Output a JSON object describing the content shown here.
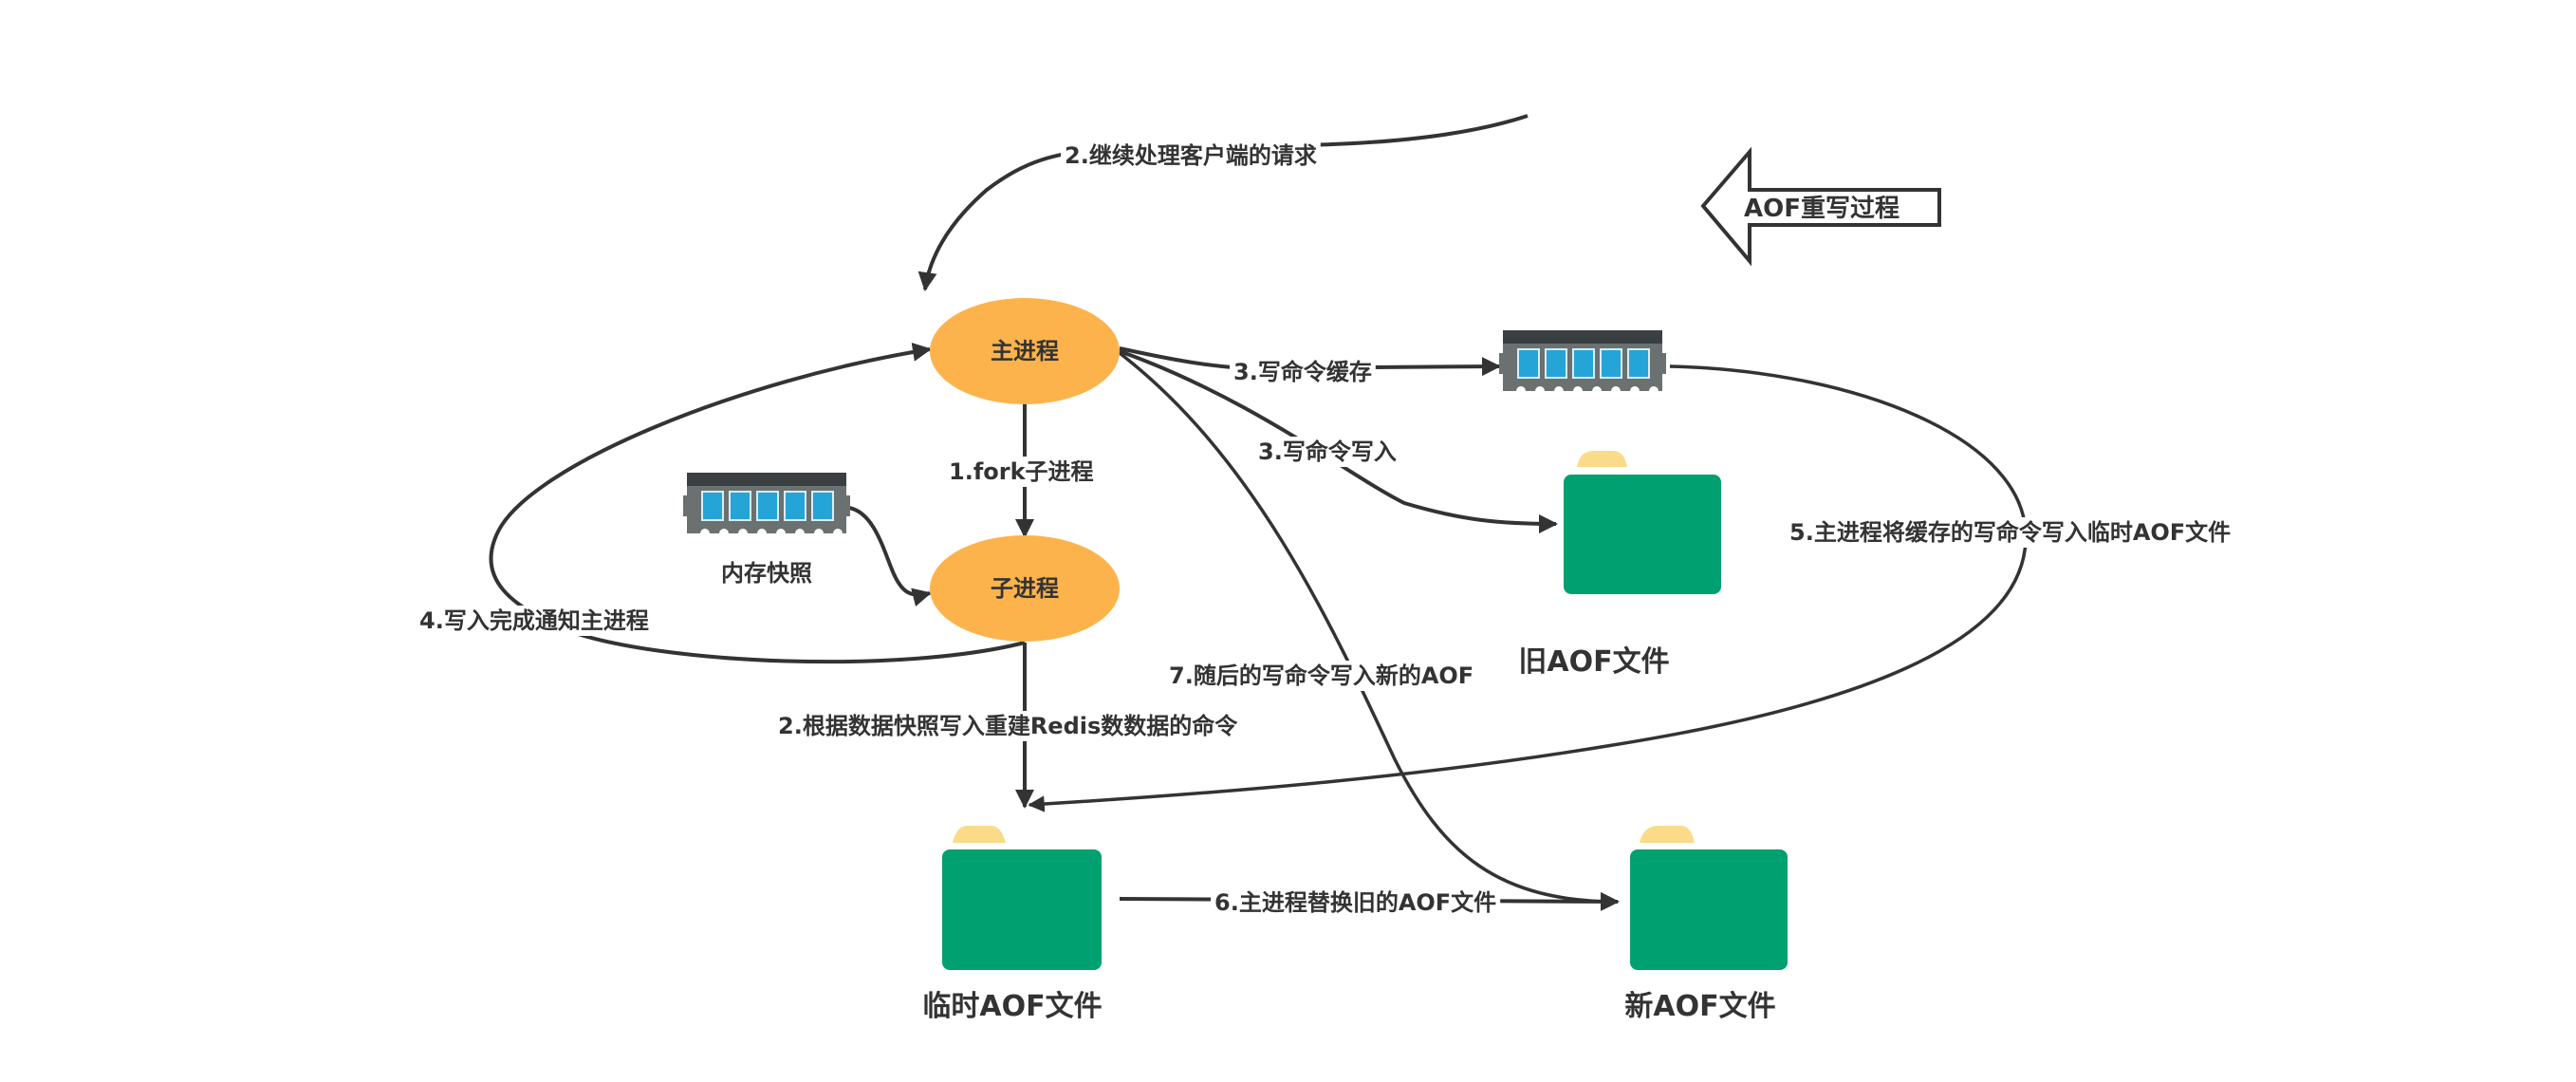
{
  "title_arrow": {
    "label": "AOF重写过程"
  },
  "nodes": {
    "main_process": {
      "label": "主进程",
      "color": "#FDB34C"
    },
    "child_process": {
      "label": "子进程",
      "color": "#FDB34C"
    },
    "memory_buffer": {
      "label": ""
    },
    "memory_snapshot": {
      "label": "内存快照"
    },
    "old_aof": {
      "label": "旧AOF文件"
    },
    "temp_aof": {
      "label": "临时AOF文件"
    },
    "new_aof": {
      "label": "新AOF文件"
    }
  },
  "edges": {
    "continue_requests": "2.继续处理客户端的请求",
    "fork_child": "1.fork子进程",
    "write_cmd_buffer": "3.写命令缓存",
    "write_cmd_old": "3.写命令写入",
    "notify_main": "4.写入完成通知主进程",
    "rebuild_cmds": "2.根据数据快照写入重建Redis数数据的命令",
    "buffer_to_temp": "5.主进程将缓存的写命令写入临时AOF文件",
    "replace_old": "6.主进程替换旧的AOF文件",
    "subsequent_writes": "7.随后的写命令写入新的AOF"
  },
  "colors": {
    "line": "#333333",
    "folder_body": "#00A070",
    "folder_tab": "#FADB8A",
    "ram_body": "#6B7070",
    "ram_top": "#3A3F42",
    "ram_chip": "#25A4D8"
  }
}
